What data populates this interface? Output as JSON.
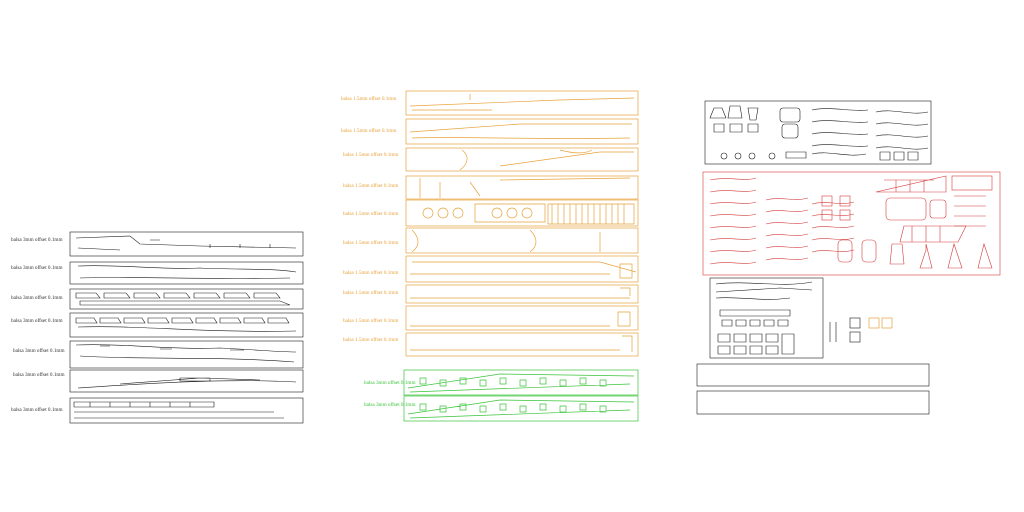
{
  "colors": {
    "background": "#ffffff",
    "black_sheets": "#1a1a1a",
    "orange_sheets": "#e8a23a",
    "green_sheets": "#3ac43a",
    "red_sheet": "#d43a3a"
  },
  "left_group": {
    "labels": [
      "balsa 3mm offset 0.1mm",
      "balsa 3mm offset 0.1mm",
      "balsa 3mm offset 0.1mm",
      "balsa 3mm offset 0.1mm",
      "balsa 3mm offset 0.1mm",
      "balsa 3mm offset 0.1mm",
      "balsa 3mm offset 0.1mm"
    ]
  },
  "middle_group": {
    "orange_labels": [
      "balsa 1.5mm offset 0.1mm",
      "balsa 1.5mm offset 0.1mm",
      "balsa 1.5mm offset 0.1mm",
      "balsa 1.5mm offset 0.1mm",
      "balsa 1.5mm offset 0.1mm",
      "balsa 1.5mm offset 0.1mm",
      "balsa 1.5mm offset 0.1mm",
      "balsa 1.5mm offset 0.1mm",
      "balsa 1.5mm offset 0.1mm",
      "balsa 1.5mm offset 0.1mm"
    ],
    "green_labels": [
      "balsa 3mm offset 0.1mm",
      "balsa 3mm offset 0.1mm"
    ]
  }
}
